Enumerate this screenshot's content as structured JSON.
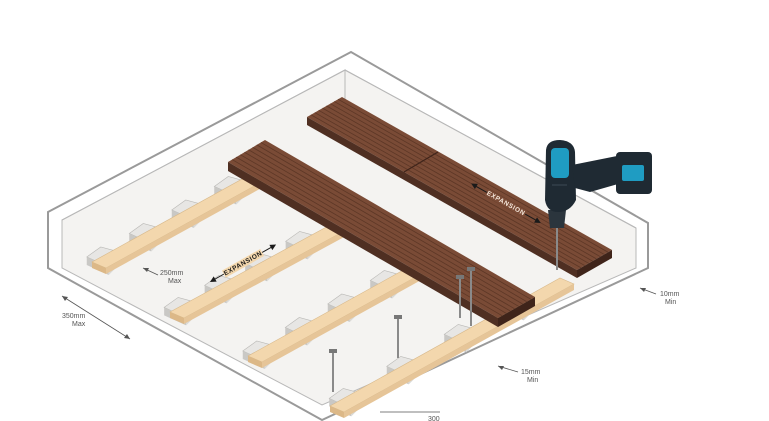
{
  "labels": {
    "expansion_upper": "EXPANSION",
    "expansion_lower": "EXPANSION",
    "gap_10_value": "10mm",
    "gap_10_note": "Min",
    "gap_15_value": "15mm",
    "gap_15_note": "Min",
    "joist_250_value": "250mm",
    "joist_250_note": "Max",
    "joist_350_value": "350mm",
    "joist_350_note": "Max",
    "bottom_partial": "300"
  },
  "colors": {
    "frame_outline": "#9a9a9a",
    "frame_fill": "#ffffff",
    "floor": "#f4f3f1",
    "joist_top": "#f3d7ad",
    "joist_side": "#dcb887",
    "pad": "#e7e6e4",
    "pad_side": "#c9c8c5",
    "board_top": "#7a4b36",
    "board_side": "#4f2f22",
    "board_groove": "#5d3726",
    "drill_body": "#1f2a33",
    "drill_accent": "#1f9cc2",
    "screw": "#8a8a8a",
    "text": "#555555"
  }
}
